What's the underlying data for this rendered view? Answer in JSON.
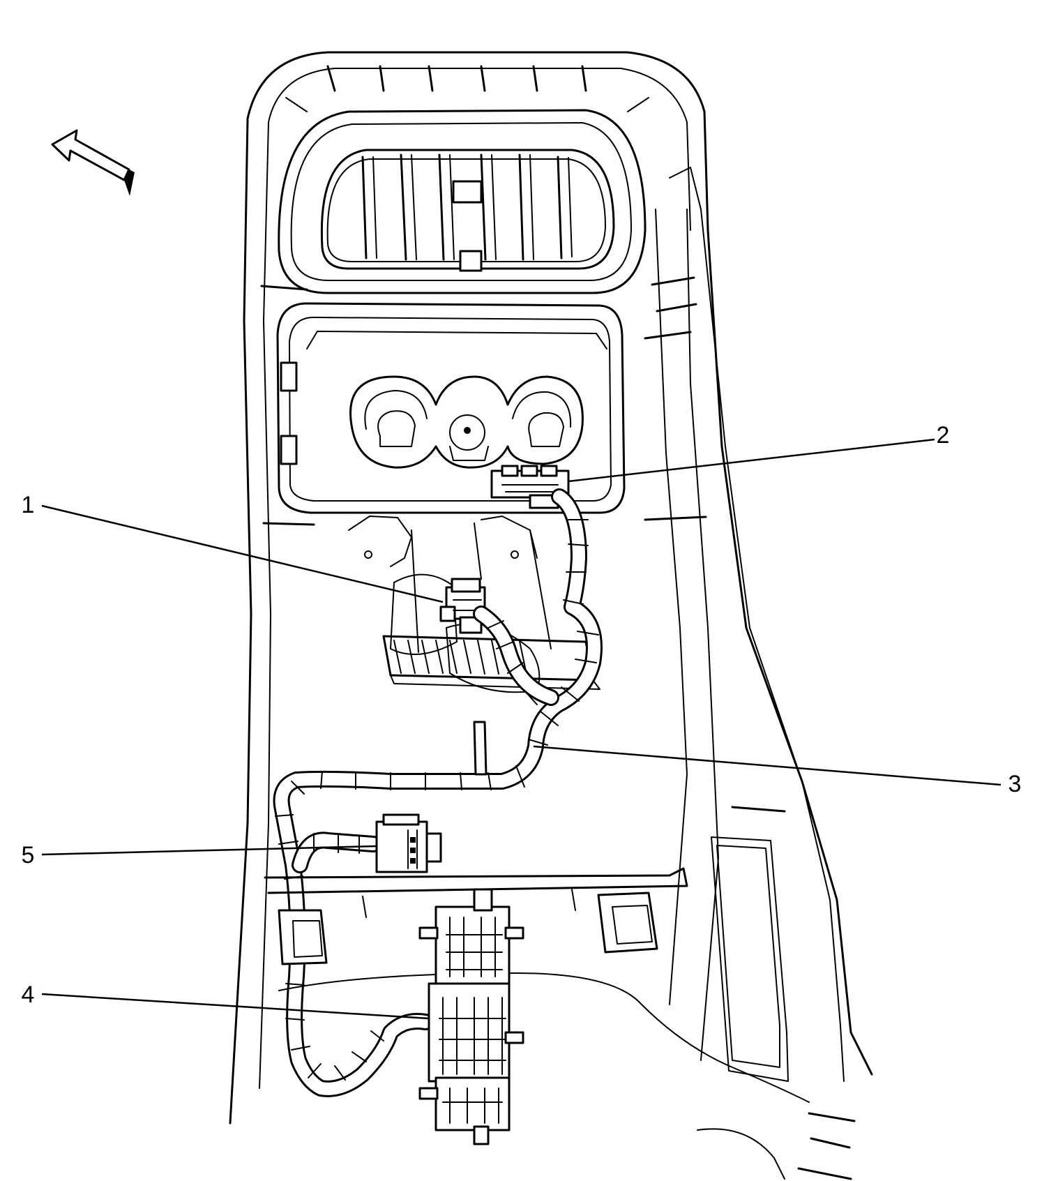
{
  "callouts": [
    {
      "id": "1",
      "label": "1"
    },
    {
      "id": "2",
      "label": "2"
    },
    {
      "id": "3",
      "label": "3"
    },
    {
      "id": "4",
      "label": "4"
    },
    {
      "id": "5",
      "label": "5"
    }
  ],
  "icons": {
    "orientation_arrow": "forward-direction-arrow-icon"
  },
  "colors": {
    "line": "#000000",
    "background": "#ffffff"
  }
}
